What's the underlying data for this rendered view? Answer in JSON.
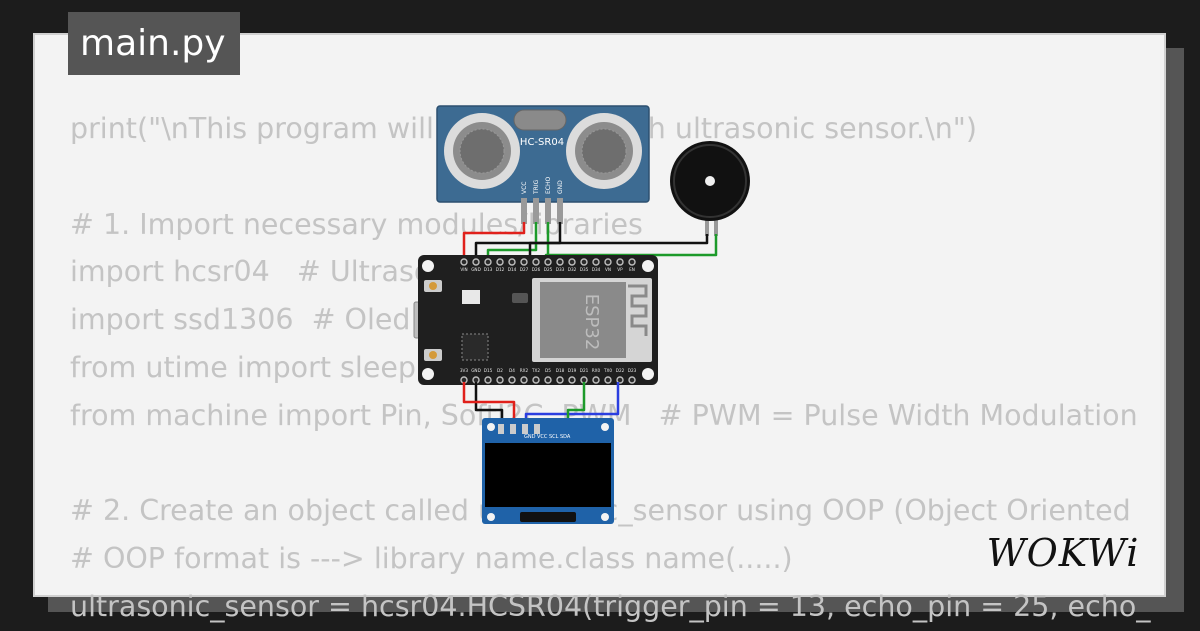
{
  "tab": {
    "filename": "main.py"
  },
  "code_lines": [
    "print(\"\\nThis program will test ESP32 with ultrasonic sensor.\\n\")",
    "",
    "# 1. Import necessary modules/libraries",
    "import hcsr04   # Ultrasonic sensor",
    "import ssd1306  # Oled display",
    "from utime import sleep",
    "from machine import Pin, SoftI2C, PWM   # PWM = Pulse Width Modulation",
    "",
    "# 2. Create an object called ultrasonic_sensor using OOP (Object Oriented",
    "# OOP format is ---> library name.class name(.....)",
    "ultrasonic_sensor = hcsr04.HCSR04(trigger_pin = 13, echo_pin = 25, echo_"
  ],
  "sensor": {
    "label": "HC-SR04",
    "pins": [
      "VCC",
      "TRIG",
      "ECHO",
      "GND"
    ]
  },
  "board": {
    "label": "ESP32",
    "top_pins": [
      "VIN",
      "GND",
      "D13",
      "D12",
      "D14",
      "D27",
      "D26",
      "D25",
      "D33",
      "D32",
      "D35",
      "D34",
      "VN",
      "VP",
      "EN"
    ],
    "bottom_pins": [
      "3V3",
      "GND",
      "D15",
      "D2",
      "D4",
      "RX2",
      "TX2",
      "D5",
      "D18",
      "D19",
      "D21",
      "RX0",
      "TX0",
      "D22",
      "D23"
    ]
  },
  "oled": {
    "pins": [
      "GND",
      "VCC",
      "SCL",
      "SDA"
    ]
  },
  "brand": {
    "logo_text": "WOKWi"
  },
  "colors": {
    "background": "#1c1c1c",
    "card": "#f3f3f3",
    "code_text": "#c4c4c4",
    "tab": "#555555",
    "sensor_board": "#3d6b92",
    "esp32_board": "#1f1f1f",
    "oled_board": "#1f62a8",
    "wire_red": "#e0201b",
    "wire_green": "#1c9a2a",
    "wire_blue": "#2b3ee0",
    "wire_black": "#111111"
  }
}
